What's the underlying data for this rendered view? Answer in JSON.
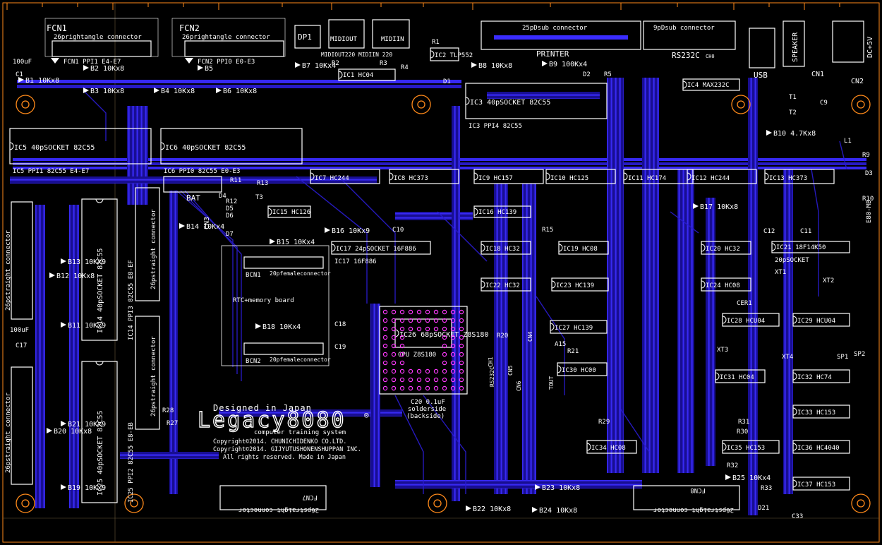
{
  "board": {
    "name": "Legacy8080",
    "reg_mark": "®",
    "designed": "Designed in Japan",
    "subtitle": "computer training system",
    "copyright1": "Copyright©2014. CHUNICHIDENKO CO.LTD.",
    "copyright2": "Copyright©2014. GIJYUTUSHONENSHUPPAN INC.",
    "rights": "All rights reserved.  Made in Japan"
  },
  "connectors": {
    "fcn1": {
      "ref": "FCN1",
      "desc": "26prightangle connector",
      "label": "FCN1 PPI1 E4-E7"
    },
    "fcn2": {
      "ref": "FCN2",
      "desc": "26prightangle connector",
      "label": "FCN2 PPI0 E0-E3"
    },
    "dp1": "DP1",
    "midiout": "MIDIOUT",
    "midiin": "MIDIIN",
    "midi_caption": "MIDIOUT220 MIDIIN 220",
    "printer": {
      "desc": "25pDsub connector",
      "label": "PRINTER"
    },
    "rs232c": {
      "desc": "9pDsub connector",
      "label": "RS232C",
      "sub": "CH0"
    },
    "usb": "USB",
    "speaker": "SPEAKER",
    "dc5v": "DC+5V",
    "cn1": "CN1",
    "cn2": "CN2",
    "cn3": "CN3",
    "fcn7": {
      "ref": "FCN7",
      "desc": "26pstraight connector"
    },
    "fcn8": {
      "ref": "FCN8",
      "desc": "26pstraight connector"
    },
    "fcn3_desc": "26pstraight connector",
    "fcn5_desc": "26pstraight connector",
    "fcn4_desc": "26pstraight connector",
    "fcn6_desc": "26pstraight connector",
    "bcn1": "BCN1",
    "bcn1_desc": "20pfemaleconnector",
    "bcn2": "BCN2",
    "bcn2_desc": "20pfemaleconnector",
    "rtc": "RTC+memory board",
    "bat": "BAT"
  },
  "ics": [
    {
      "ref": "IC5",
      "socket": "40pSOCKET 82C55",
      "below": "IC5  PPI1 82C55 E4-E7"
    },
    {
      "ref": "IC6",
      "socket": "40pSOCKET 82C55",
      "below": "IC6 PPI0 82C55 E0-E3"
    },
    {
      "ref": "IC3",
      "socket": "40pSOCKET 82C55",
      "below": "IC3  PPI4  82C55"
    },
    {
      "ref": "IC7",
      "part": "HC244"
    },
    {
      "ref": "IC8",
      "part": "HC373"
    },
    {
      "ref": "IC9",
      "part": "HC157"
    },
    {
      "ref": "IC10",
      "part": "HC125"
    },
    {
      "ref": "IC11",
      "part": "HC174"
    },
    {
      "ref": "IC12",
      "part": "HC244"
    },
    {
      "ref": "IC13",
      "part": "HC373"
    },
    {
      "ref": "IC15",
      "part": "HC126"
    },
    {
      "ref": "IC16",
      "part": "HC139"
    },
    {
      "ref": "IC17",
      "part": "24pSOCKET 16F886",
      "below": "IC17 16F886"
    },
    {
      "ref": "IC18",
      "part": "HC32"
    },
    {
      "ref": "IC19",
      "part": "HC08"
    },
    {
      "ref": "IC20",
      "part": "HC32"
    },
    {
      "ref": "IC21",
      "part": "18F14K50",
      "below": "20pSOCKET"
    },
    {
      "ref": "IC22",
      "part": "HC32"
    },
    {
      "ref": "IC23",
      "part": "HC139"
    },
    {
      "ref": "IC24",
      "part": "HC08"
    },
    {
      "ref": "IC26",
      "part": "68pSOCKET Z8S180",
      "below": "CPU Z8S180"
    },
    {
      "ref": "IC27",
      "part": "HC139"
    },
    {
      "ref": "IC28",
      "part": "HCU04"
    },
    {
      "ref": "IC29",
      "part": "HCU04"
    },
    {
      "ref": "IC30",
      "part": "HC00"
    },
    {
      "ref": "IC31",
      "part": "HC04"
    },
    {
      "ref": "IC32",
      "part": "HC74"
    },
    {
      "ref": "IC33",
      "part": "HC153"
    },
    {
      "ref": "IC34",
      "part": "HC08"
    },
    {
      "ref": "IC35",
      "part": "HC153"
    },
    {
      "ref": "IC36",
      "part": "HC4040"
    },
    {
      "ref": "IC37",
      "part": "HC153"
    },
    {
      "ref": "IC4",
      "part": "MAX232C"
    },
    {
      "ref": "IC1",
      "part": "HC04"
    },
    {
      "ref": "IC2",
      "part": "TLP552"
    },
    {
      "ref": "IC14",
      "socket": "40pSOCKET 82C55",
      "below": "IC14 PPI3 82C55 E8-EF"
    },
    {
      "ref": "IC25",
      "socket": "40pSOCKET 82C55",
      "below": "IC25 PPI2 82C55 E8-EB"
    }
  ],
  "resnets": [
    "B1 10Kx8",
    "B2 10Kx8",
    "B3 10Kx8",
    "B4 10Kx8",
    "B5",
    "B6 10Kx8",
    "B7 10Kx4",
    "B8 10Kx8",
    "B9 100Kx4",
    "B10 4.7Kx8",
    "B11 10Kx9",
    "B12 10Kx8",
    "B13 10Kx9",
    "B14 10Kx4",
    "B15 10Kx4",
    "B16 10Kx9",
    "B17 10Kx8",
    "B18 10Kx4",
    "B19 10Kx9",
    "B20 10Kx8",
    "B21 10Kx9",
    "B22 10Kx8",
    "B23 10Kx8",
    "B24 10Kx8",
    "B25 10Kx4"
  ],
  "misc": [
    "C1",
    "100uF",
    "C17",
    "100uF",
    "R1",
    "R2",
    "R3",
    "R4",
    "R5",
    "D1",
    "D2",
    "D3",
    "T1",
    "T2",
    "T3",
    "C9",
    "C10",
    "C11",
    "C12",
    "R9",
    "R10",
    "R15",
    "R20",
    "R21",
    "R29",
    "XT1",
    "XT2",
    "XT3",
    "XT4",
    "CER1",
    "SP1",
    "SP2",
    "D4",
    "D5",
    "D6",
    "D7",
    "R11",
    "R12",
    "R13",
    "R27",
    "R28",
    "C18",
    "C19",
    "C20 0.1uF",
    "solderside",
    "(backside)",
    "R30",
    "R31",
    "R32",
    "R33",
    "C33",
    "D21",
    "L1",
    "E80-MB",
    "CH1",
    "RS232C",
    "TOUT",
    "A15",
    "CN4",
    "CN5",
    "CN6"
  ]
}
